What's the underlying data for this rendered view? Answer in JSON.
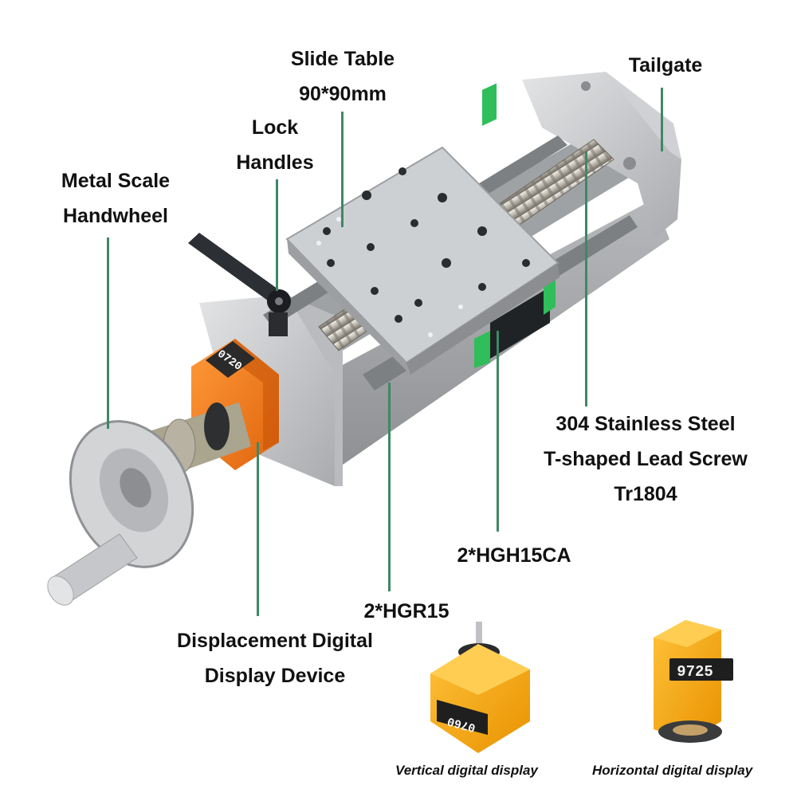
{
  "labels": {
    "slide_table": [
      "Slide Table",
      "90*90mm"
    ],
    "tailgate": [
      "Tailgate"
    ],
    "lock_handles": [
      "Lock",
      "Handles"
    ],
    "handwheel": [
      "Metal Scale",
      "Handwheel"
    ],
    "lead_screw": [
      "304 Stainless Steel",
      "T-shaped Lead Screw",
      "Tr1804"
    ],
    "carriage": [
      "2*HGH15CA"
    ],
    "rail": [
      "2*HGR15"
    ],
    "display_device": [
      "Displacement Digital",
      "Display Device"
    ]
  },
  "captions": {
    "vertical": "Vertical digital display",
    "horizontal": "Horizontal digital display"
  },
  "counter_readings": {
    "main": "0720",
    "vertical": "0760",
    "horizontal": "9725"
  },
  "colors": {
    "leader_line": "#3e8866",
    "counter_housing": "#f47c1c",
    "small_housing": "#f5a20e",
    "aluminum": "#c9cbce",
    "rail_guide": "#2fbe5a"
  }
}
